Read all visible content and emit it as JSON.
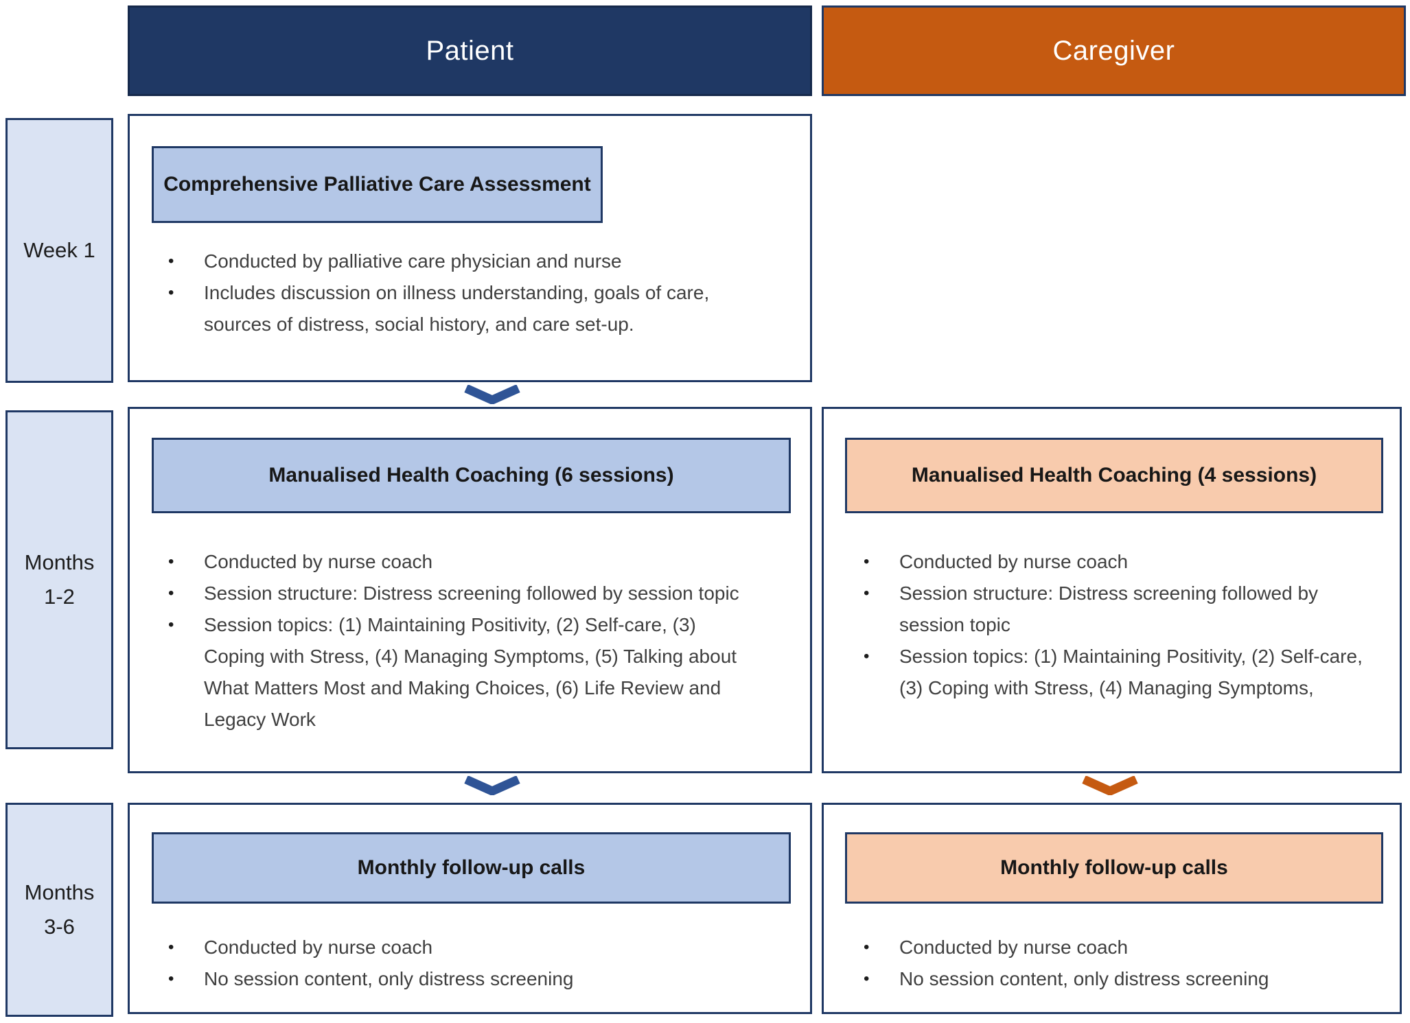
{
  "columns": {
    "patient_label": "Patient",
    "caregiver_label": "Caregiver"
  },
  "row_labels": {
    "week1": "Week 1",
    "months12": "Months 1-2",
    "months36": "Months 3-6"
  },
  "boxes": {
    "patient_week1": {
      "title": "Comprehensive Palliative Care Assessment",
      "bullets": [
        "Conducted by palliative care physician and nurse",
        "Includes discussion on illness understanding, goals of care, sources of distress, social history, and care set-up."
      ]
    },
    "patient_months12": {
      "title": "Manualised Health Coaching (6 sessions)",
      "bullets": [
        "Conducted by nurse coach",
        "Session structure: Distress screening followed by session topic",
        "Session topics: (1) Maintaining Positivity, (2) Self-care, (3) Coping with Stress, (4) Managing Symptoms, (5) Talking about What Matters Most and Making Choices, (6) Life Review and Legacy Work"
      ]
    },
    "caregiver_months12": {
      "title": "Manualised Health Coaching (4 sessions)",
      "bullets": [
        "Conducted by nurse coach",
        "Session structure: Distress screening followed by session topic",
        "Session topics: (1) Maintaining Positivity, (2) Self-care, (3) Coping with Stress, (4) Managing Symptoms,"
      ]
    },
    "patient_months36": {
      "title": "Monthly follow-up calls",
      "bullets": [
        "Conducted by nurse coach",
        "No session content, only distress screening"
      ]
    },
    "caregiver_months36": {
      "title": "Monthly follow-up calls",
      "bullets": [
        "Conducted by nurse coach",
        "No session content, only distress screening"
      ]
    }
  },
  "icons": {
    "patient_flow_arrows": "chevron-down-icon",
    "caregiver_flow_arrow": "chevron-down-icon"
  },
  "colors": {
    "navy": "#1f3864",
    "orange": "#c55a11",
    "light_blue": "#dae3f3",
    "medium_blue": "#b4c7e7",
    "peach": "#f8cbad",
    "border_navy": "#1f3864",
    "arrow_blue": "#2f5496",
    "arrow_orange": "#c55a11",
    "header_text": "#ffffff",
    "title_text": "#171717",
    "body_text": "#3f3f3f"
  }
}
